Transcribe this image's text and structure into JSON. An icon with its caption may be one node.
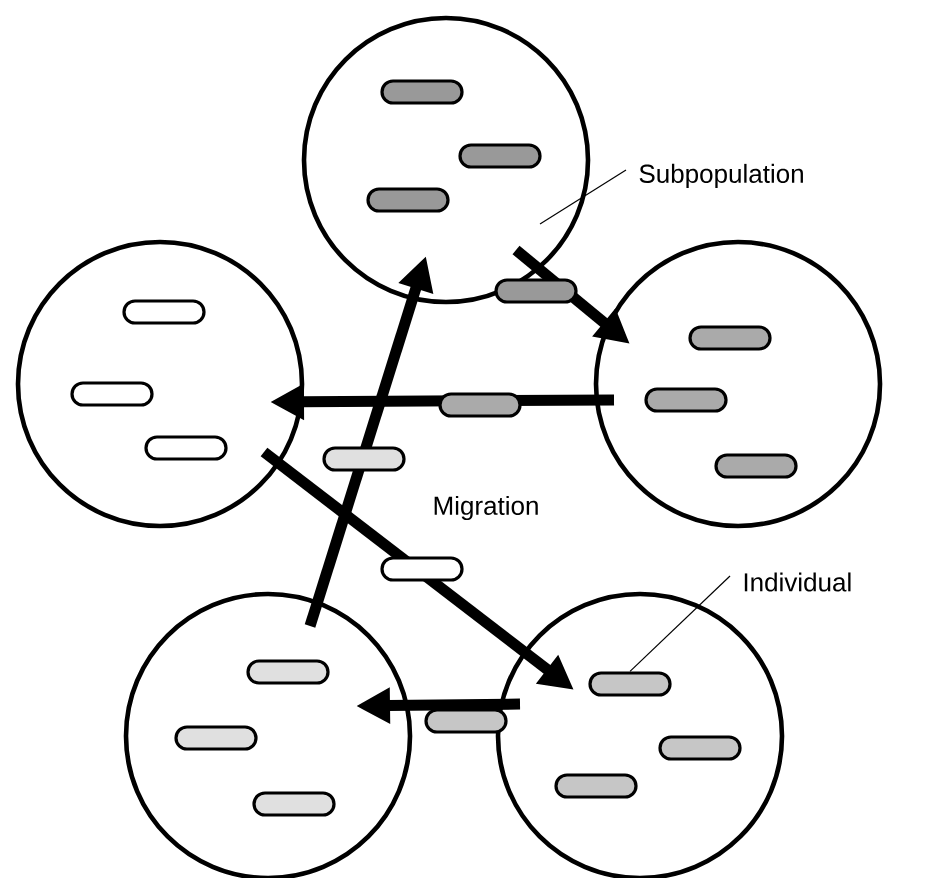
{
  "diagram": {
    "nodes": [
      {
        "text": [],
        "shape": "circle"
      },
      {
        "text": [],
        "shape": "bar",
        "in": 0
      },
      {
        "text": [],
        "shape": "bar",
        "in": 0
      },
      {
        "text": [],
        "shape": "bar",
        "in": 0
      },
      {
        "text": [
          "Subpopulation"
        ]
      },
      {
        "text": [],
        "shape": "circle"
      },
      {
        "text": [],
        "shape": "bar",
        "in": 5
      },
      {
        "text": [],
        "shape": "bar",
        "in": 5
      },
      {
        "text": [],
        "shape": "bar",
        "in": 5
      },
      {
        "text": [],
        "shape": "circle"
      },
      {
        "text": [],
        "shape": "bar",
        "in": 9
      },
      {
        "text": [],
        "shape": "bar",
        "in": 9
      },
      {
        "text": [],
        "shape": "bar",
        "in": 9
      },
      {
        "text": [
          "Individual"
        ]
      },
      {
        "text": [],
        "shape": "circle"
      },
      {
        "text": [],
        "shape": "bar",
        "in": 14
      },
      {
        "text": [],
        "shape": "bar",
        "in": 14
      },
      {
        "text": [],
        "shape": "bar",
        "in": 14
      },
      {
        "text": [],
        "shape": "circle"
      },
      {
        "text": [],
        "shape": "bar",
        "in": 18
      },
      {
        "text": [],
        "shape": "bar",
        "in": 18
      },
      {
        "text": [],
        "shape": "bar",
        "in": 18
      }
    ],
    "edges": [
      {
        "from": 0,
        "to": 9,
        "arrow": "to"
      },
      {
        "from": 9,
        "to": 5,
        "arrow": "to"
      },
      {
        "from": 14,
        "to": 0,
        "arrow": "to"
      },
      {
        "from": 5,
        "to": 18,
        "arrow": "to"
      },
      {
        "from": 18,
        "to": 14,
        "arrow": "to"
      },
      {
        "from": 4,
        "to": 0,
        "arrow": "none"
      },
      {
        "from": 13,
        "to": 19,
        "arrow": "none"
      }
    ],
    "labels": [
      "Migration"
    ]
  }
}
